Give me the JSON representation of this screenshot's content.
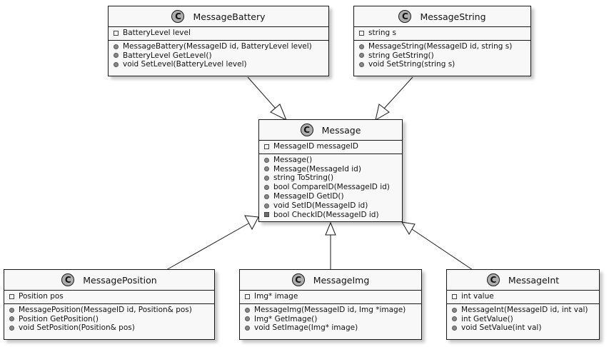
{
  "classes": {
    "battery": {
      "name": "MessageBattery",
      "fields": [
        {
          "vis": "private",
          "text": "BatteryLevel level"
        }
      ],
      "methods": [
        {
          "vis": "public",
          "text": "MessageBattery(MessageID id, BatteryLevel level)"
        },
        {
          "vis": "public",
          "text": "BatteryLevel GetLevel()"
        },
        {
          "vis": "public",
          "text": "void SetLevel(BatteryLevel level)"
        }
      ]
    },
    "string": {
      "name": "MessageString",
      "fields": [
        {
          "vis": "private",
          "text": "string s"
        }
      ],
      "methods": [
        {
          "vis": "public",
          "text": "MessageString(MessageID id, string s)"
        },
        {
          "vis": "public",
          "text": "string GetString()"
        },
        {
          "vis": "public",
          "text": "void SetString(string s)"
        }
      ]
    },
    "message": {
      "name": "Message",
      "fields": [
        {
          "vis": "private",
          "text": "MessageID messageID"
        }
      ],
      "methods": [
        {
          "vis": "public",
          "text": "Message()"
        },
        {
          "vis": "public",
          "text": "Message(MessageId id)"
        },
        {
          "vis": "public",
          "text": "string ToString()"
        },
        {
          "vis": "public",
          "text": "bool CompareID(MessageID id)"
        },
        {
          "vis": "public",
          "text": "MessageID GetID()"
        },
        {
          "vis": "public",
          "text": "void SetID(MessageID id)"
        },
        {
          "vis": "private-filled",
          "text": "bool CheckID(MessageID id)"
        }
      ]
    },
    "position": {
      "name": "MessagePosition",
      "fields": [
        {
          "vis": "private",
          "text": "Position pos"
        }
      ],
      "methods": [
        {
          "vis": "public",
          "text": "MessagePosition(MessageID id, Position& pos)"
        },
        {
          "vis": "public",
          "text": "Position GetPosition()"
        },
        {
          "vis": "public",
          "text": "void SetPosition(Position& pos)"
        }
      ]
    },
    "img": {
      "name": "MessageImg",
      "fields": [
        {
          "vis": "private",
          "text": "Img* image"
        }
      ],
      "methods": [
        {
          "vis": "public",
          "text": "MessageImg(MessageID id, Img *image)"
        },
        {
          "vis": "public",
          "text": "Img* GetImage()"
        },
        {
          "vis": "public",
          "text": "void SetImage(Img* image)"
        }
      ]
    },
    "int": {
      "name": "MessageInt",
      "fields": [
        {
          "vis": "private",
          "text": "int value"
        }
      ],
      "methods": [
        {
          "vis": "public",
          "text": "MessageInt(MessageID id, int val)"
        },
        {
          "vis": "public",
          "text": "int GetValue()"
        },
        {
          "vis": "public",
          "text": "void SetValue(int val)"
        }
      ]
    }
  },
  "class_badge_letter": "C",
  "relations": [
    {
      "from": "battery",
      "to": "message",
      "type": "inheritance"
    },
    {
      "from": "string",
      "to": "message",
      "type": "inheritance"
    },
    {
      "from": "position",
      "to": "message",
      "type": "inheritance"
    },
    {
      "from": "img",
      "to": "message",
      "type": "inheritance"
    },
    {
      "from": "int",
      "to": "message",
      "type": "inheritance"
    }
  ],
  "colors": {
    "class_fill": "#f8f8f8",
    "border": "#181818",
    "badge": "#adadad"
  }
}
